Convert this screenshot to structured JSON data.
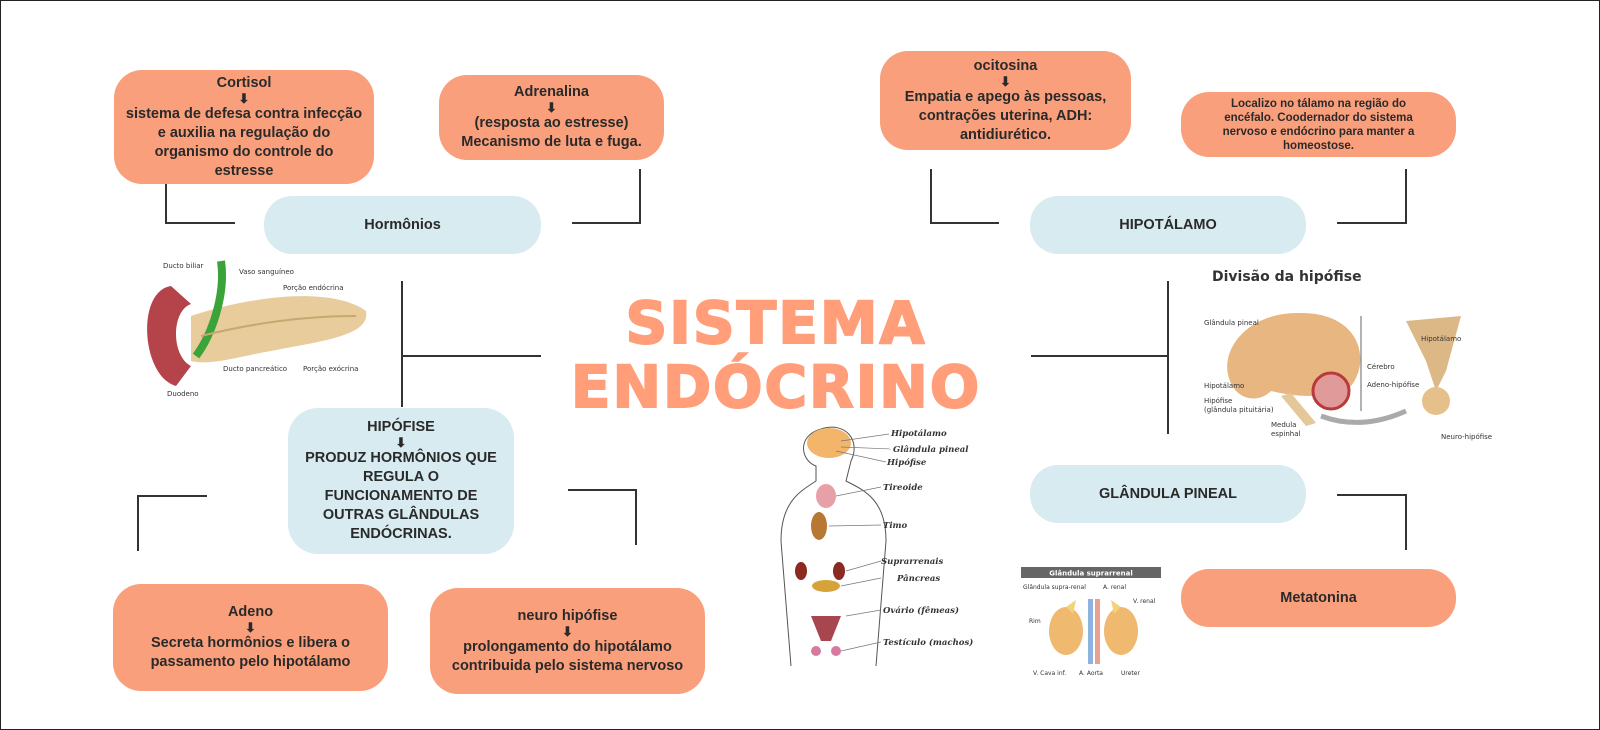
{
  "title": {
    "line1": "SISTEMA",
    "line2": "ENDÓCRINO"
  },
  "nodes": {
    "cortisol": {
      "head": "Cortisol",
      "arrow": "⬇",
      "text": "sistema de defesa contra infecção e auxilia na regulação do organismo do controle do estresse"
    },
    "adrenalina": {
      "head": "Adrenalina",
      "arrow": "⬇",
      "text": "(resposta ao estresse) Mecanismo de luta e fuga."
    },
    "hormonios": {
      "label": "Hormônios"
    },
    "ocitosina": {
      "head": "ocitosina",
      "arrow": "⬇",
      "text": "Empatia e apego às pessoas, contrações uterina, ADH: antidiurético."
    },
    "localizo": {
      "text": "Localizo no tálamo na região do encéfalo. Coodernador do sistema nervoso  e endócrino para manter a homeostose."
    },
    "hipotalamo": {
      "label": "HIPOTÁLAMO"
    },
    "hipofise": {
      "head": "HIPÓFISE",
      "arrow": "⬇",
      "text": "PRODUZ HORMÔNIOS QUE REGULA O FUNCIONAMENTO DE OUTRAS GLÂNDULAS ENDÓCRINAS."
    },
    "pineal": {
      "label": "GLÂNDULA PINEAL"
    },
    "adeno": {
      "head": "Adeno",
      "arrow": "⬇",
      "text": "Secreta hormônios e libera o passamento pelo hipotálamo"
    },
    "neuro": {
      "head": "neuro hipófise",
      "arrow": "⬇",
      "text": "prolongamento do hipotálamo contribuida pelo sistema nervoso"
    },
    "metatonina": {
      "label": "Metatonina"
    }
  },
  "images": {
    "pancreas": {
      "labels": [
        "Ducto biliar",
        "Vaso sanguíneo",
        "Porção endócrina",
        "Duodeno",
        "Ducto pancreático",
        "Porção exócrina"
      ]
    },
    "body": {
      "labels": [
        "Hipotálamo",
        "Glândula pineal",
        "Hipófise",
        "Tireoide",
        "Timo",
        "Suprarrenais",
        "Pâncreas",
        "Ovário (fêmeas)",
        "Testículo (machos)"
      ]
    },
    "brain": {
      "title": "Divisão da hipófise",
      "labels": [
        "Glândula pineal",
        "Hipotálamo",
        "Hipófise",
        "(glândula pituitária)",
        "Medula",
        "espinhal",
        "Cérebro",
        "Adeno-hipófise",
        "Hipotálamo",
        "Neuro-hipófise"
      ]
    },
    "kidney": {
      "title": "Glândula suprarrenal",
      "labels": [
        "Glândula supra-renal",
        "A. renal",
        "V. renal",
        "Rim",
        "V. Cava inf.",
        "Ureter",
        "A. Aorta"
      ]
    }
  },
  "colors": {
    "orange": "#fa9f7c",
    "blue": "#d7ebf1",
    "title": "#ff9e79"
  }
}
